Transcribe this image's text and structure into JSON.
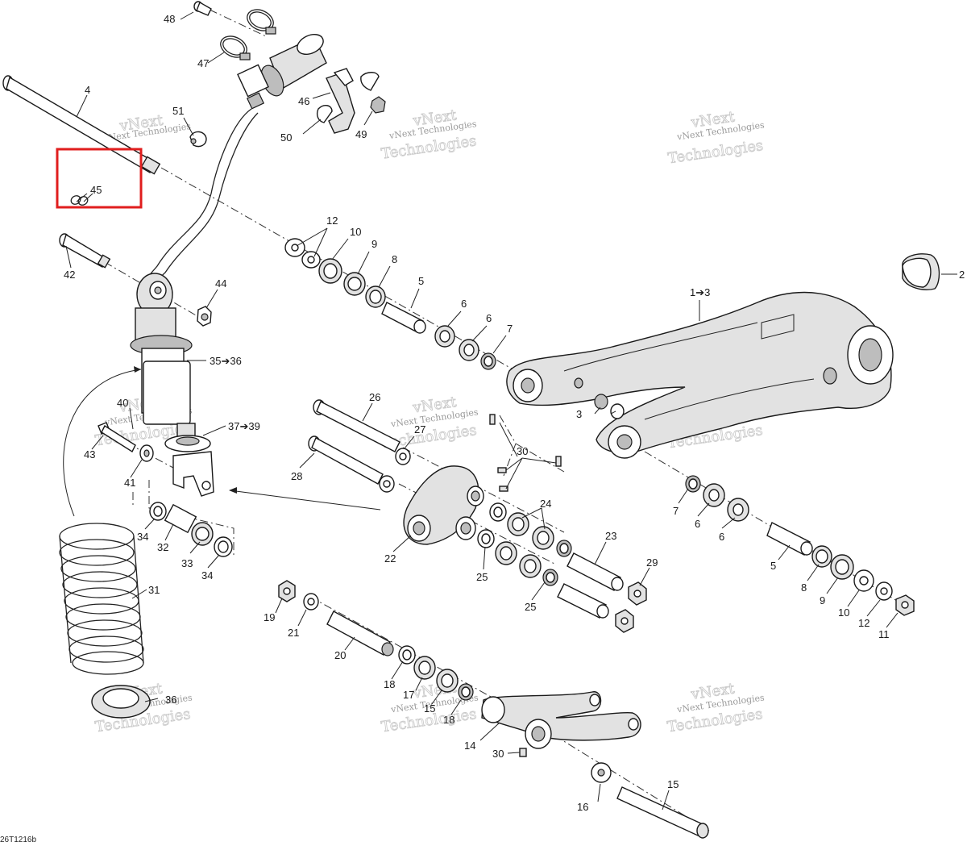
{
  "diagram": {
    "ref_code": "26T1216b",
    "highlight_color": "#e01e1e",
    "line_color": "#222222",
    "watermark": {
      "line1": "vNext Technologies",
      "line2": "vNext",
      "line3": "Technologies"
    },
    "callouts": {
      "c48": "48",
      "c47": "47",
      "c4": "4",
      "c51": "51",
      "c46": "46",
      "c50": "50",
      "c49": "49",
      "c45": "45",
      "c42": "42",
      "c12a": "12",
      "c10a": "10",
      "c9a": "9",
      "c8a": "8",
      "c5a": "5",
      "c6a": "6",
      "c6b": "6",
      "c7a": "7",
      "c44": "44",
      "c1_3": "1➔3",
      "c2": "2",
      "c35_36": "35➔36",
      "c3": "3",
      "c40": "40",
      "c26": "26",
      "c27": "27",
      "c37_39": "37➔39",
      "c43": "43",
      "c41": "41",
      "c28": "28",
      "c30a": "30",
      "c7b": "7",
      "c6c": "6",
      "c6d": "6",
      "c24": "24",
      "c34a": "34",
      "c32": "32",
      "c33": "33",
      "c34b": "34",
      "c22": "22",
      "c25a": "25",
      "c23": "23",
      "c5b": "5",
      "c29": "29",
      "c25b": "25",
      "c8b": "8",
      "c9b": "9",
      "c10b": "10",
      "c12b": "12",
      "c11": "11",
      "c31": "31",
      "c19": "19",
      "c21": "21",
      "c20": "20",
      "c18a": "18",
      "c17": "17",
      "c15a": "15",
      "c18b": "18",
      "c36": "36",
      "c14": "14",
      "c30b": "30",
      "c16": "16",
      "c15b": "15"
    }
  }
}
